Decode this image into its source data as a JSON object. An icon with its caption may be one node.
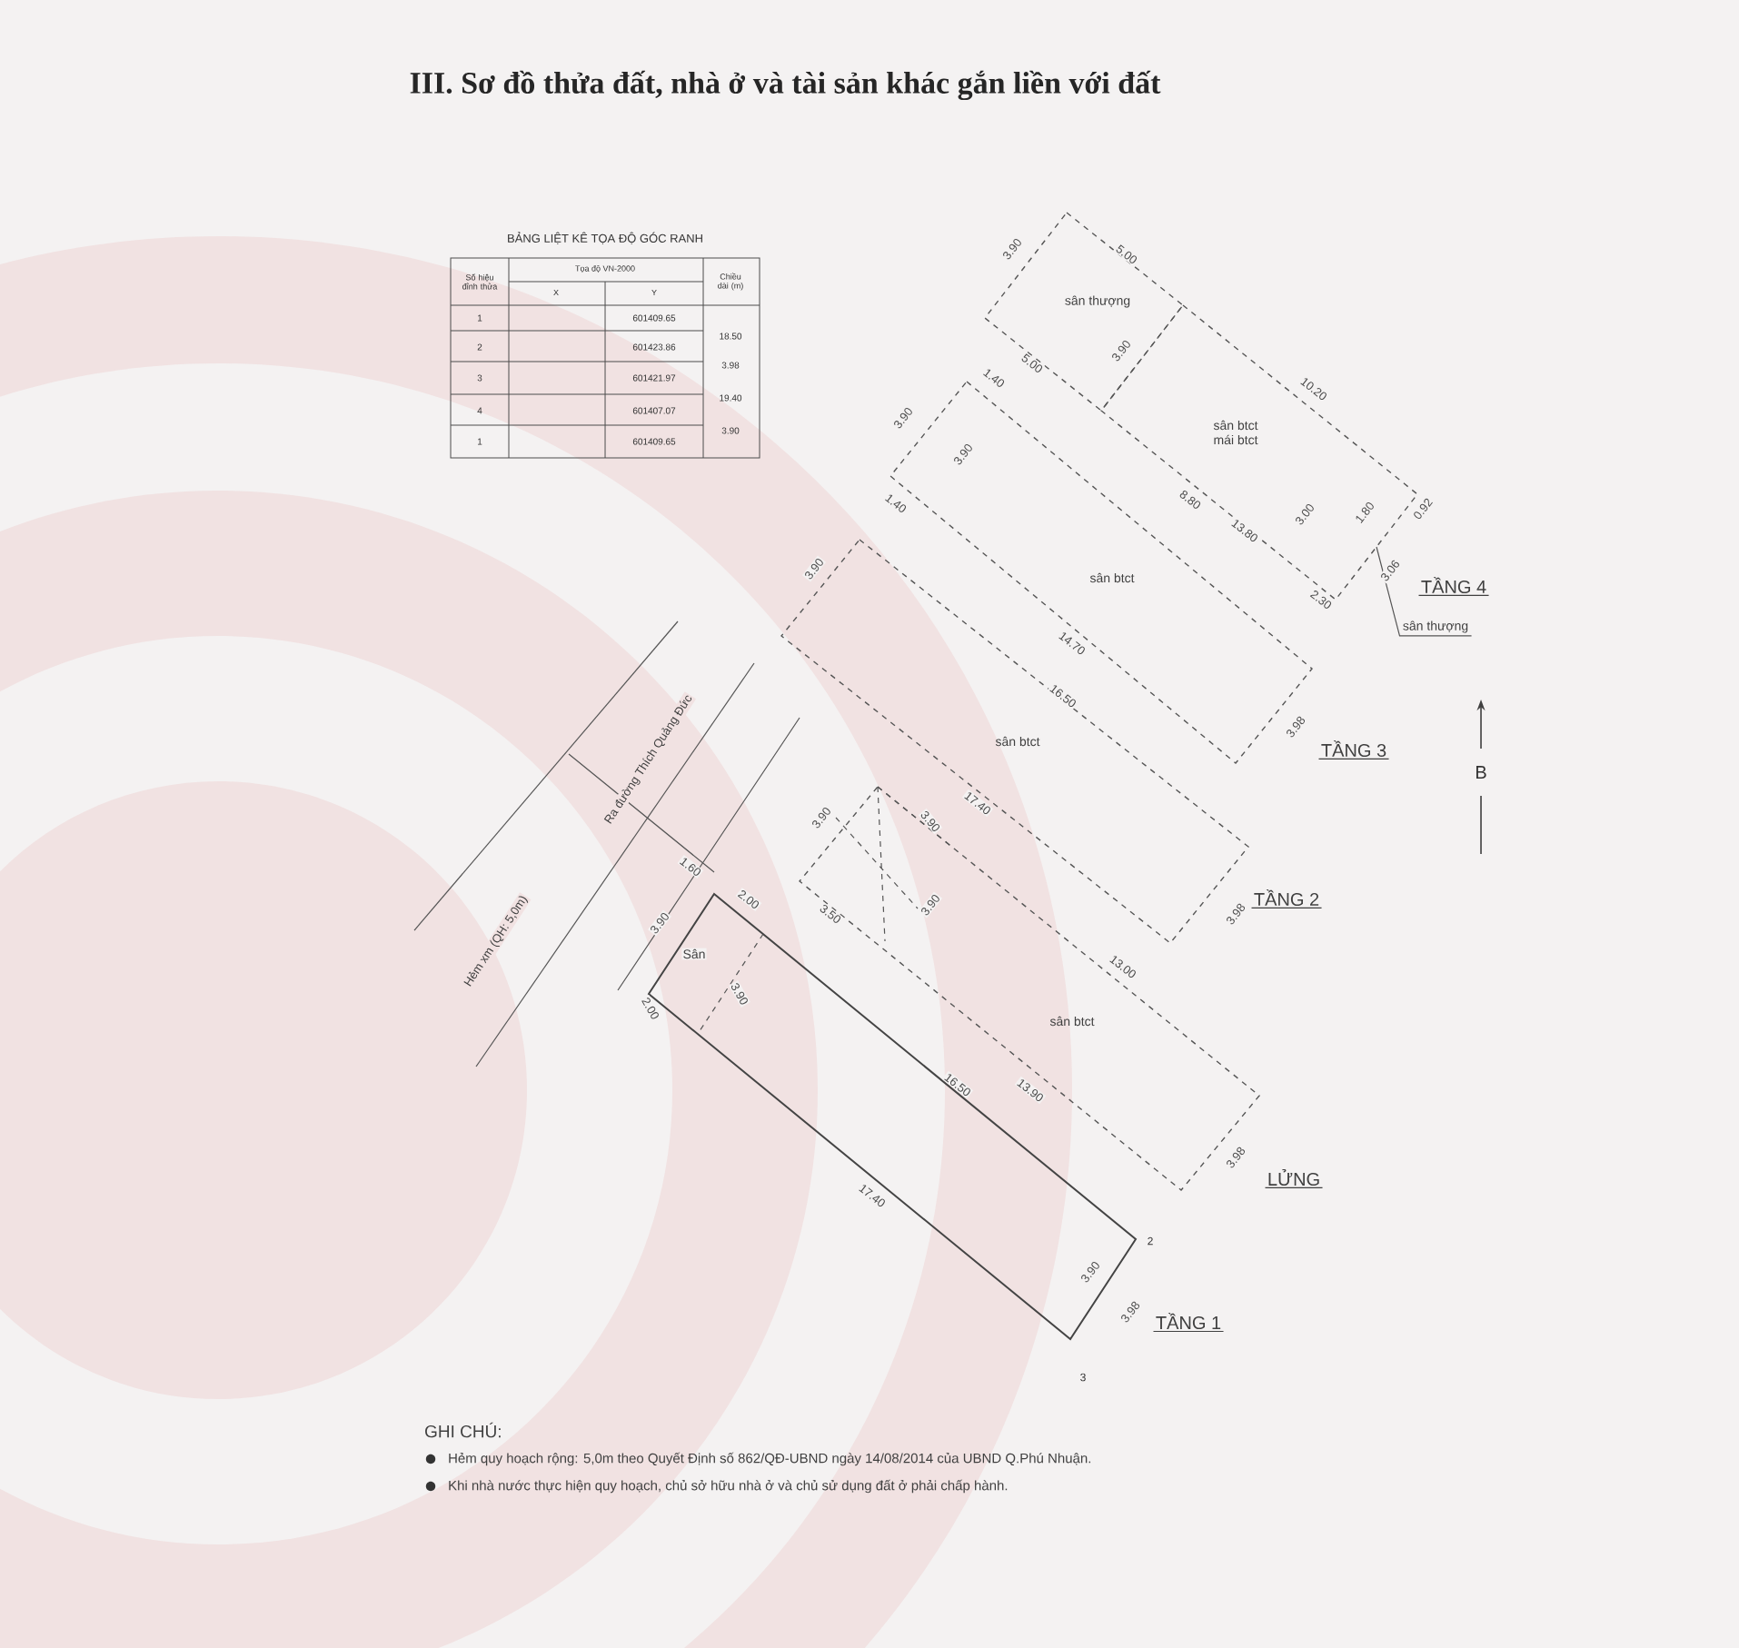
{
  "diagram": {
    "title": "III. Sơ đồ thửa đất, nhà ở và tài sản khác gắn liền với đất",
    "nodes": [
      {
        "text": [
          "sân thượng"
        ]
      },
      {
        "text": [
          "sân btct",
          "mái btct"
        ],
        "beside": [
          "TẦNG 4"
        ]
      },
      {
        "text": [
          "sân btct"
        ],
        "beside": [
          "TẦNG 3"
        ]
      },
      {
        "text": [
          "sân btct"
        ],
        "beside": [
          "TẦNG 2"
        ]
      },
      {
        "text": [
          "sân btct"
        ],
        "beside": [
          "LỬNG"
        ]
      },
      {
        "text": [],
        "shape": "box",
        "beside": [
          "TẦNG 1"
        ]
      },
      {
        "text": [
          "sân thượng"
        ]
      }
    ],
    "edges": [
      {
        "from": 6,
        "to": 1,
        "arrow": "none"
      }
    ],
    "labels": [
      "BẢNG LIỆT KÊ TỌA ĐỘ GÓC RANH",
      "Số hiệu đỉnh thửa",
      "Tọa độ VN-2000",
      "X",
      "Y",
      "Chiều dài (m)",
      "1",
      "601409.65",
      "2",
      "601423.86",
      "3",
      "601421.97",
      "4",
      "601407.07",
      "1",
      "601409.65",
      "18.50",
      "3.98",
      "19.40",
      "3.90",
      "3.90",
      "5.00",
      "5.00",
      "3.90",
      "10.20",
      "8.80",
      "3.00",
      "1.80",
      "0.92",
      "3.06",
      "2.30",
      "3.90",
      "1.40",
      "3.90",
      "1.40",
      "13.80",
      "14.70",
      "3.98",
      "3.90",
      "16.50",
      "17.40",
      "3.98",
      "3.90",
      "3.90",
      "3.50",
      "3.90",
      "13.00",
      "13.90",
      "3.98",
      "1.60",
      "2.00",
      "3.90",
      "Sân",
      "2.00",
      "3.90",
      "16.50",
      "17.40",
      "3.90",
      "3.98",
      "2",
      "3",
      "Hẻm xm (QH: 5,0m)",
      "Ra đường Thích Quảng Đức",
      "B",
      "GHI CHÚ:",
      "Hẻm quy hoạch rộng: 5,0m theo Quyết Định số 862/QĐ-UBND ngày 14/08/2014 của UBND Q.Phú Nhuận.",
      "Khi nhà nước thực hiện quy hoạch, chủ sở hữu nhà ở và chủ sử dụng đất ở phải chấp hành."
    ]
  }
}
